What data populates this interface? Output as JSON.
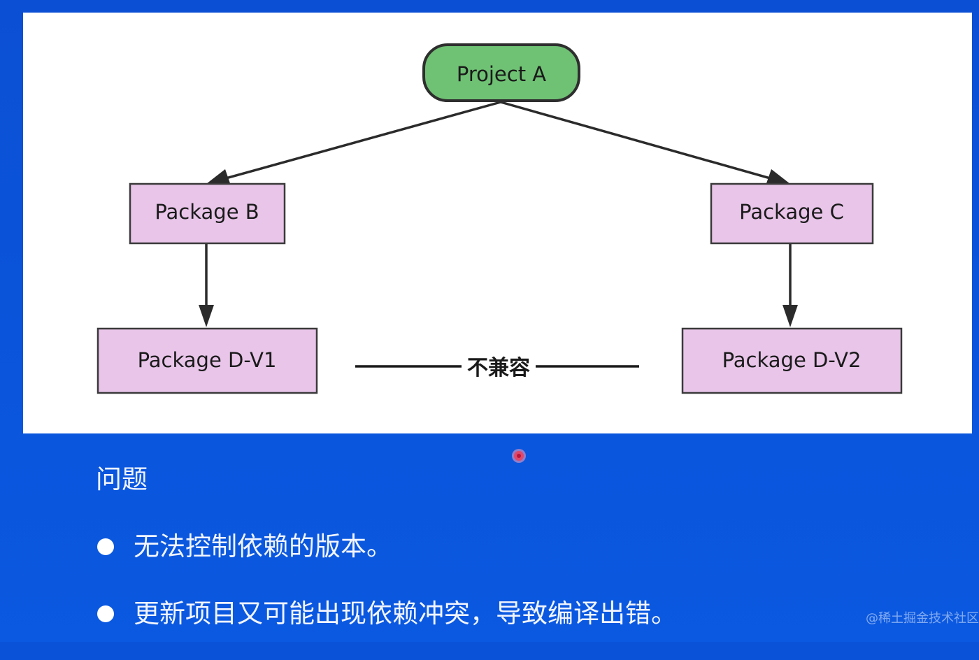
{
  "diagram": {
    "nodes": {
      "root": {
        "label": "Project A",
        "fill": "#6fc174",
        "stroke": "#2e2e2e"
      },
      "package_b": {
        "label": "Package B",
        "fill": "#e8c5e9",
        "stroke": "#3a3a3a"
      },
      "package_c": {
        "label": "Package C",
        "fill": "#e8c5e9",
        "stroke": "#3a3a3a"
      },
      "package_d_v1": {
        "label": "Package D-V1",
        "fill": "#e8c5e9",
        "stroke": "#3a3a3a"
      },
      "package_d_v2": {
        "label": "Package D-V2",
        "fill": "#e8c5e9",
        "stroke": "#3a3a3a"
      }
    },
    "edges": [
      {
        "from": "Project A",
        "to": "Package B"
      },
      {
        "from": "Project A",
        "to": "Package C"
      },
      {
        "from": "Package B",
        "to": "Package D-V1"
      },
      {
        "from": "Package C",
        "to": "Package D-V2"
      }
    ],
    "conflict_label": "不兼容"
  },
  "content": {
    "heading": "问题",
    "bullets": [
      "无法控制依赖的版本。",
      "更新项目又可能出现依赖冲突，导致编译出错。"
    ]
  },
  "watermark": "@稀土掘金技术社区",
  "colors": {
    "background": "#0a52d8",
    "panel": "#ffffff",
    "text": "#f2f5ff",
    "pointer": "#e0486a"
  }
}
